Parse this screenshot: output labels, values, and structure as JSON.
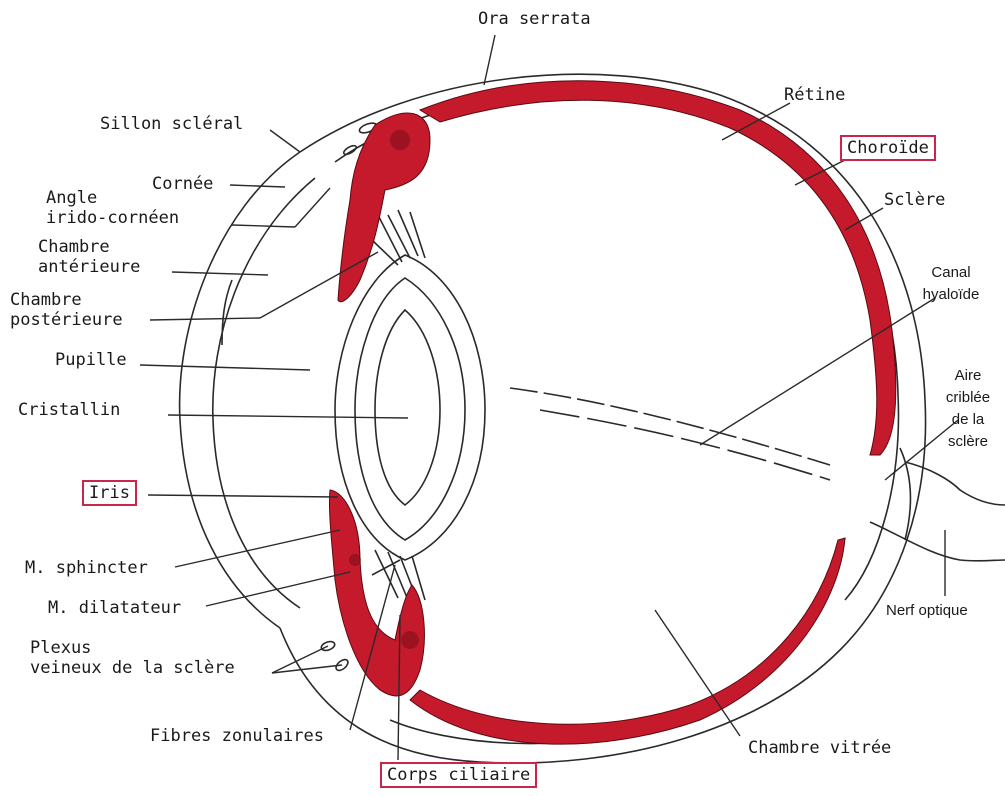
{
  "labels": {
    "ora_serrata": "Ora serrata",
    "retine": "Rétine",
    "choroide": "Choroïde",
    "sclere": "Sclère",
    "canal_hyaloide": [
      "Canal",
      "hyaloïde"
    ],
    "aire_criblee": [
      "Aire",
      "criblée",
      "de la",
      "sclère"
    ],
    "nerf_optique": "Nerf optique",
    "chambre_vitree": "Chambre vitrée",
    "corps_ciliaire": "Corps ciliaire",
    "fibres_zonulaires": "Fibres zonulaires",
    "plexus": [
      "Plexus",
      "veineux de la sclère"
    ],
    "m_dilatateur": "M. dilatateur",
    "m_sphincter": "M. sphincter",
    "iris": "Iris",
    "cristallin": "Cristallin",
    "pupille": "Pupille",
    "chambre_posterieure": [
      "Chambre",
      "postérieure"
    ],
    "chambre_anterieure": [
      "Chambre",
      "antérieure"
    ],
    "angle": [
      "Angle",
      "irido-cornéen"
    ],
    "cornee": "Cornée",
    "sillon_scleral": "Sillon scléral"
  },
  "colors": {
    "tissue_red": "#c41a2b",
    "highlight_box": "#c8264a",
    "line": "#2a2a2a"
  }
}
